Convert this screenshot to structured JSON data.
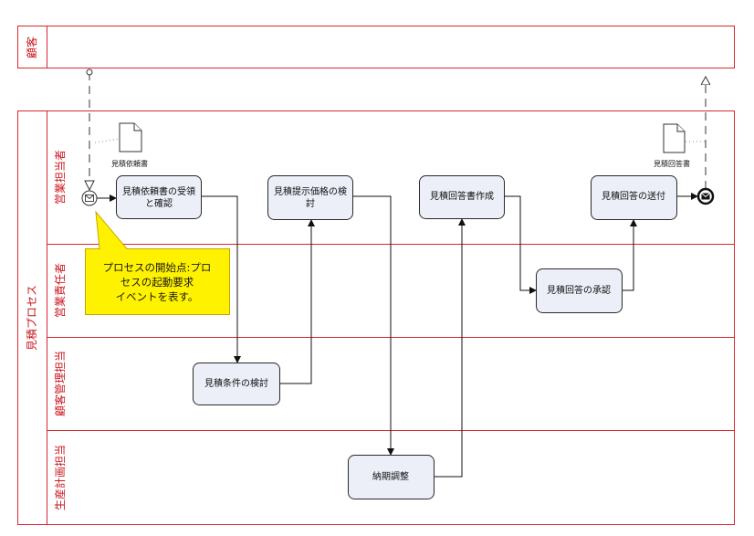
{
  "pools": {
    "customer": {
      "label": "顧客"
    },
    "process": {
      "label": "見積プロセス"
    }
  },
  "lanes": [
    {
      "id": "sales",
      "label": "営業担当者"
    },
    {
      "id": "manager",
      "label": "営業責任者"
    },
    {
      "id": "customer_mgmt",
      "label": "顧客管理担当"
    },
    {
      "id": "production",
      "label": "生産計画担当"
    }
  ],
  "tasks": {
    "receive": {
      "lines": [
        "見積依頼書の受領",
        "と確認"
      ]
    },
    "price_review": {
      "lines": [
        "見積提示価格の検",
        "討"
      ]
    },
    "answer_doc": {
      "lines": [
        "見積回答書作成"
      ]
    },
    "send_answer": {
      "lines": [
        "見積回答の送付"
      ]
    },
    "approve": {
      "lines": [
        "見積回答の承認"
      ]
    },
    "conditions": {
      "lines": [
        "見積条件の検討"
      ]
    },
    "delivery": {
      "lines": [
        "納期調整"
      ]
    }
  },
  "documents": {
    "request": {
      "label": "見積依頼書"
    },
    "answer": {
      "label": "見積回答書"
    }
  },
  "callout": {
    "lines": [
      "プロセスの開始点:プロ",
      "セスの起動要求",
      "イベントを表す。"
    ],
    "fill": "#fff200",
    "stroke": "#c8a400"
  },
  "colors": {
    "pool_border": "#d9262f",
    "lane_text": "#c8161e",
    "task_fill": "#eceef8"
  }
}
